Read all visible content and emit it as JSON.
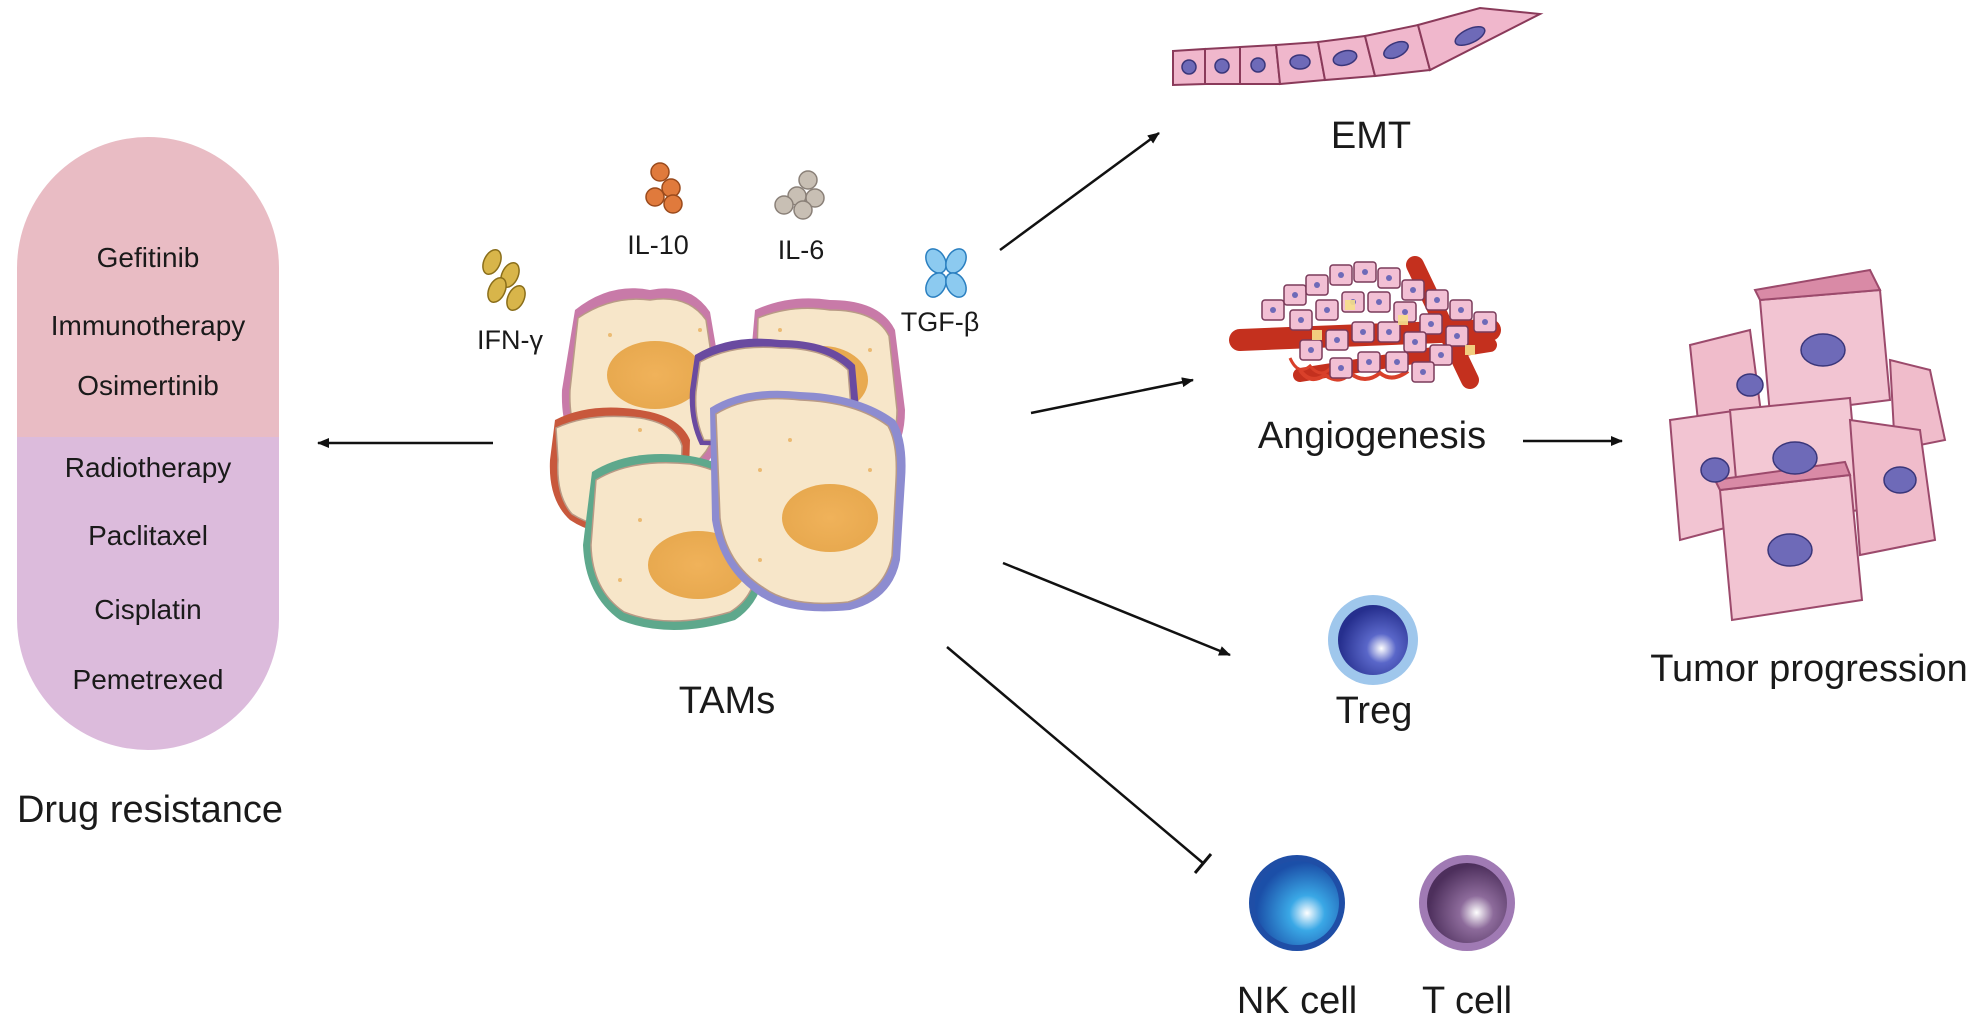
{
  "drug_resistance": {
    "title": "Drug resistance",
    "drugs_upper": [
      "Gefitinib",
      "Immunotherapy",
      "Osimertinib"
    ],
    "drugs_lower": [
      "Radiotherapy",
      "Paclitaxel",
      "Cisplatin",
      "Pemetrexed"
    ],
    "colors": {
      "upper": "#e9bcc4",
      "lower": "#dcbbdc"
    }
  },
  "center": {
    "label": "TAMs",
    "cytokines": [
      "IFN-γ",
      "IL-10",
      "IL-6",
      "TGF-β"
    ]
  },
  "effects": {
    "emt": "EMT",
    "angiogenesis": "Angiogenesis",
    "treg": "Treg",
    "nk_cell": "NK cell",
    "t_cell": "T cell"
  },
  "outcome": {
    "label": "Tumor progression"
  }
}
